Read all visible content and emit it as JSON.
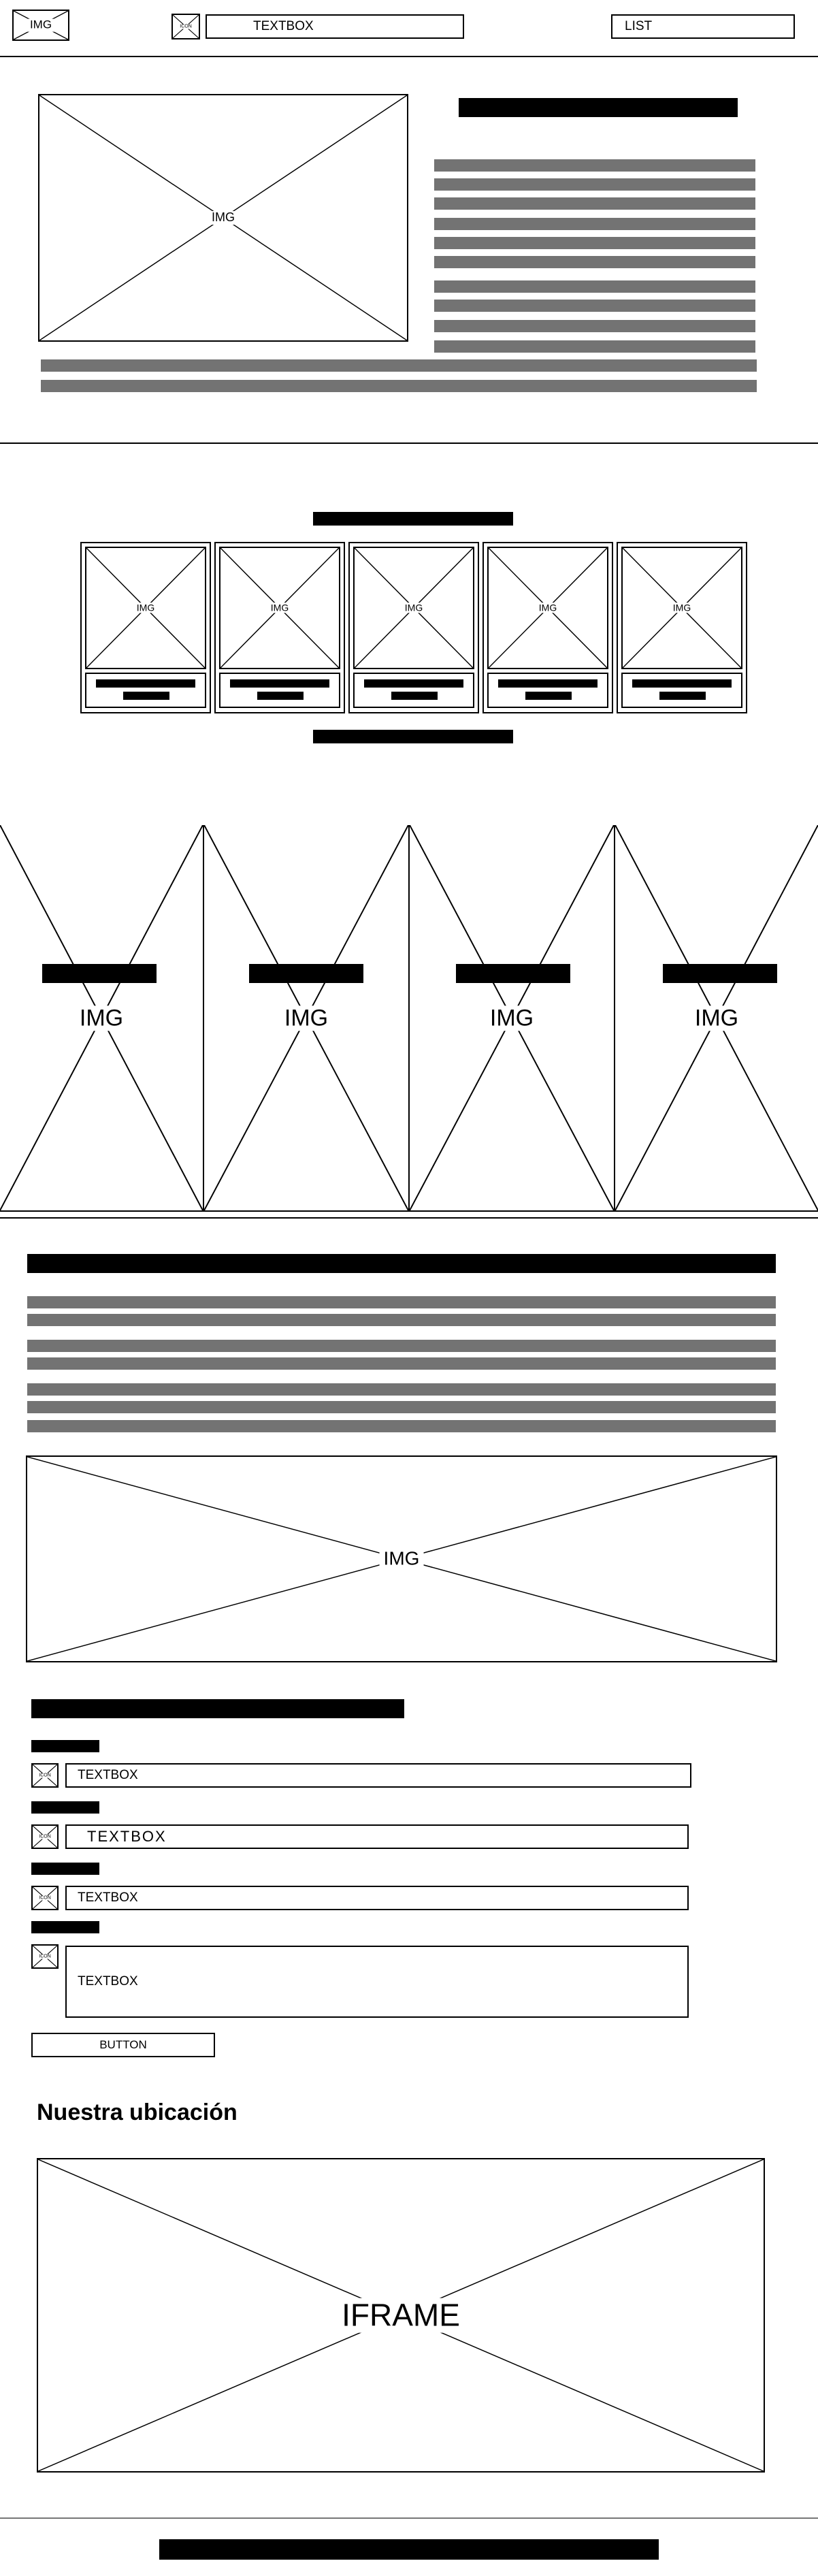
{
  "header": {
    "logo_label": "IMG",
    "search_icon_label": "ICON",
    "search_placeholder": "TEXTBOX",
    "menu_label": "LIST"
  },
  "hero": {
    "image_label": "IMG"
  },
  "gallery": {
    "items": [
      {
        "image_label": "IMG"
      },
      {
        "image_label": "IMG"
      },
      {
        "image_label": "IMG"
      },
      {
        "image_label": "IMG"
      },
      {
        "image_label": "IMG"
      }
    ]
  },
  "banner": {
    "panels": [
      {
        "image_label": "IMG"
      },
      {
        "image_label": "IMG"
      },
      {
        "image_label": "IMG"
      },
      {
        "image_label": "IMG"
      }
    ]
  },
  "article": {
    "image_label": "IMG"
  },
  "form": {
    "fields": [
      {
        "icon_label": "ICON",
        "placeholder": "TEXTBOX"
      },
      {
        "icon_label": "ICON",
        "placeholder": "TEXTBOX"
      },
      {
        "icon_label": "ICON",
        "placeholder": "TEXTBOX"
      },
      {
        "icon_label": "ICON",
        "placeholder": "TEXTBOX"
      }
    ],
    "submit_label": "BUTTON"
  },
  "location": {
    "title": "Nuestra ubicación",
    "iframe_label": "IFRAME"
  }
}
